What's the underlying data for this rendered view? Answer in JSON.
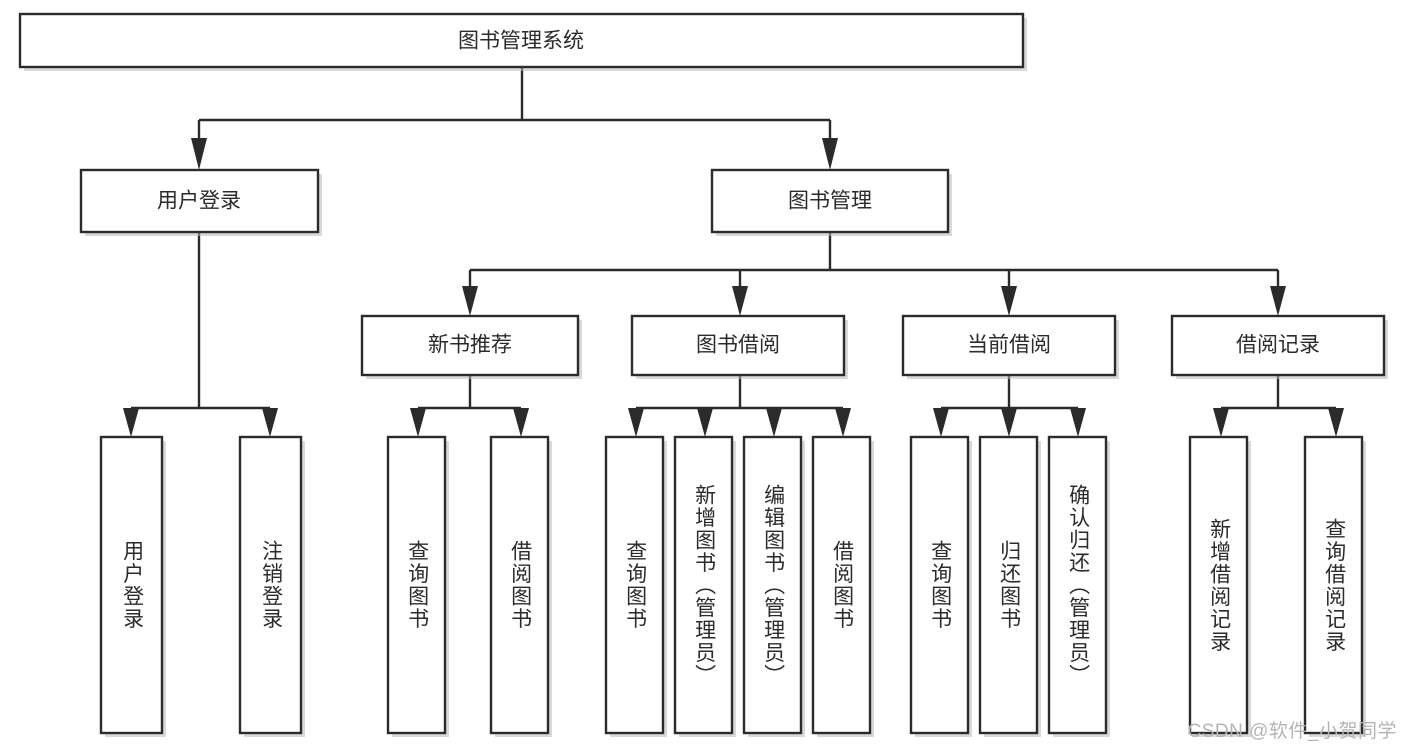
{
  "diagram": {
    "type": "tree-hierarchy",
    "orientation": "top-down",
    "root": {
      "id": "root",
      "label": "图书管理系统",
      "level": 0
    },
    "level1": [
      {
        "id": "user-login",
        "label": "用户登录"
      },
      {
        "id": "book-manage",
        "label": "图书管理"
      }
    ],
    "level2": [
      {
        "id": "new-book-rec",
        "label": "新书推荐",
        "parent": "book-manage"
      },
      {
        "id": "book-borrow",
        "label": "图书借阅",
        "parent": "book-manage"
      },
      {
        "id": "current-borrow",
        "label": "当前借阅",
        "parent": "book-manage"
      },
      {
        "id": "borrow-record",
        "label": "借阅记录",
        "parent": "book-manage"
      }
    ],
    "leaves": [
      {
        "id": "leaf-user-login",
        "label": "用户登录",
        "parent": "user-login"
      },
      {
        "id": "leaf-logout",
        "label": "注销登录",
        "parent": "user-login"
      },
      {
        "id": "leaf-query-book-1",
        "label": "查询图书",
        "parent": "new-book-rec"
      },
      {
        "id": "leaf-borrow-book-1",
        "label": "借阅图书",
        "parent": "new-book-rec"
      },
      {
        "id": "leaf-query-book-2",
        "label": "查询图书",
        "parent": "book-borrow"
      },
      {
        "id": "leaf-add-book",
        "label": "新增图书（管理员）",
        "parent": "book-borrow"
      },
      {
        "id": "leaf-edit-book",
        "label": "编辑图书（管理员）",
        "parent": "book-borrow"
      },
      {
        "id": "leaf-borrow-book-2",
        "label": "借阅图书",
        "parent": "book-borrow"
      },
      {
        "id": "leaf-query-book-3",
        "label": "查询图书",
        "parent": "current-borrow"
      },
      {
        "id": "leaf-return-book",
        "label": "归还图书",
        "parent": "current-borrow"
      },
      {
        "id": "leaf-confirm-return",
        "label": "确认归还（管理员）",
        "parent": "current-borrow"
      },
      {
        "id": "leaf-add-record",
        "label": "新增借阅记录",
        "parent": "borrow-record"
      },
      {
        "id": "leaf-query-record",
        "label": "查询借阅记录",
        "parent": "borrow-record"
      }
    ]
  },
  "watermark": {
    "text": "CSDN @软件_小贺同学"
  },
  "colors": {
    "box_stroke": "#2b2b2b",
    "box_fill": "#ffffff",
    "text": "#2b2b2b",
    "connector": "#2b2b2b",
    "watermark": "#b4b4b4",
    "background": "#ffffff"
  }
}
